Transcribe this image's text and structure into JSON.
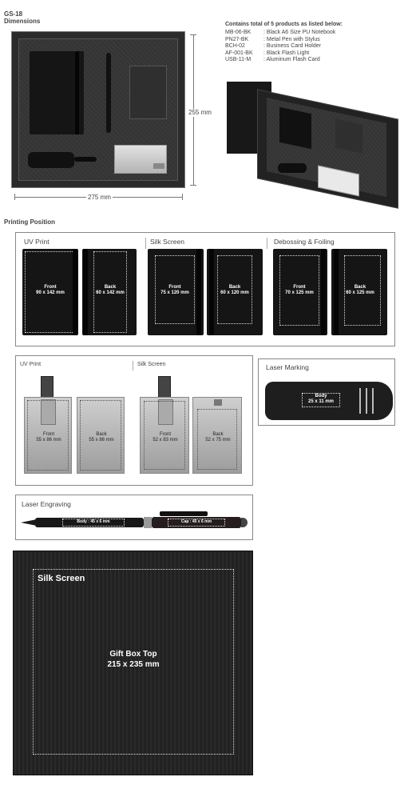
{
  "header": {
    "code": "GS-18",
    "dimensions_label": "Dimensions",
    "height_dim": "255 mm",
    "width_dim": "275 mm"
  },
  "contents": {
    "title": "Contains total of 5 products as listed below:",
    "items": [
      {
        "code": "MB-06-BK",
        "desc": ": Black A6 Size PU Notebook"
      },
      {
        "code": "PN27-BK",
        "desc": ": Metal Pen with Stylus"
      },
      {
        "code": "BCH-02",
        "desc": ": Business Card Holder"
      },
      {
        "code": "AF-001-BK",
        "desc": ": Black Flash Light"
      },
      {
        "code": "USB-11-M",
        "desc": ": Aluminum Flash Card"
      }
    ]
  },
  "printing": {
    "title": "Printing Position",
    "notebook": {
      "uv": {
        "label": "UV Print",
        "front": "Front",
        "front_size": "90 x 142 mm",
        "back": "Back",
        "back_size": "60 x 142 mm"
      },
      "silk": {
        "label": "Silk Screen",
        "front": "Front",
        "front_size": "75 x 120 mm",
        "back": "Back",
        "back_size": "60 x 120 mm"
      },
      "deboss": {
        "label": "Debossing & Foiling",
        "front": "Front",
        "front_size": "70 x 125 mm",
        "back": "Back",
        "back_size": "60 x 125 mm"
      }
    },
    "usb": {
      "uv": {
        "label": "UV Print",
        "front": "Front",
        "front_size": "55 x 86 mm",
        "back": "Back",
        "back_size": "55 x 86 mm"
      },
      "silk": {
        "label": "Silk Screen",
        "front": "Front",
        "front_size": "52 x 83 mm",
        "back": "Back",
        "back_size": "52 x 75 mm"
      }
    },
    "laser_marking": {
      "label": "Laser Marking",
      "part": "Body",
      "size": "25 x 11 mm"
    },
    "laser_engraving": {
      "label": "Laser Engraving",
      "body": "Body : 45 x 6 mm",
      "cap": "Cap : 45 x 6 mm"
    },
    "giftbox": {
      "label": "Silk Screen",
      "title": "Gift Box Top",
      "size": "215 x 235 mm"
    }
  }
}
